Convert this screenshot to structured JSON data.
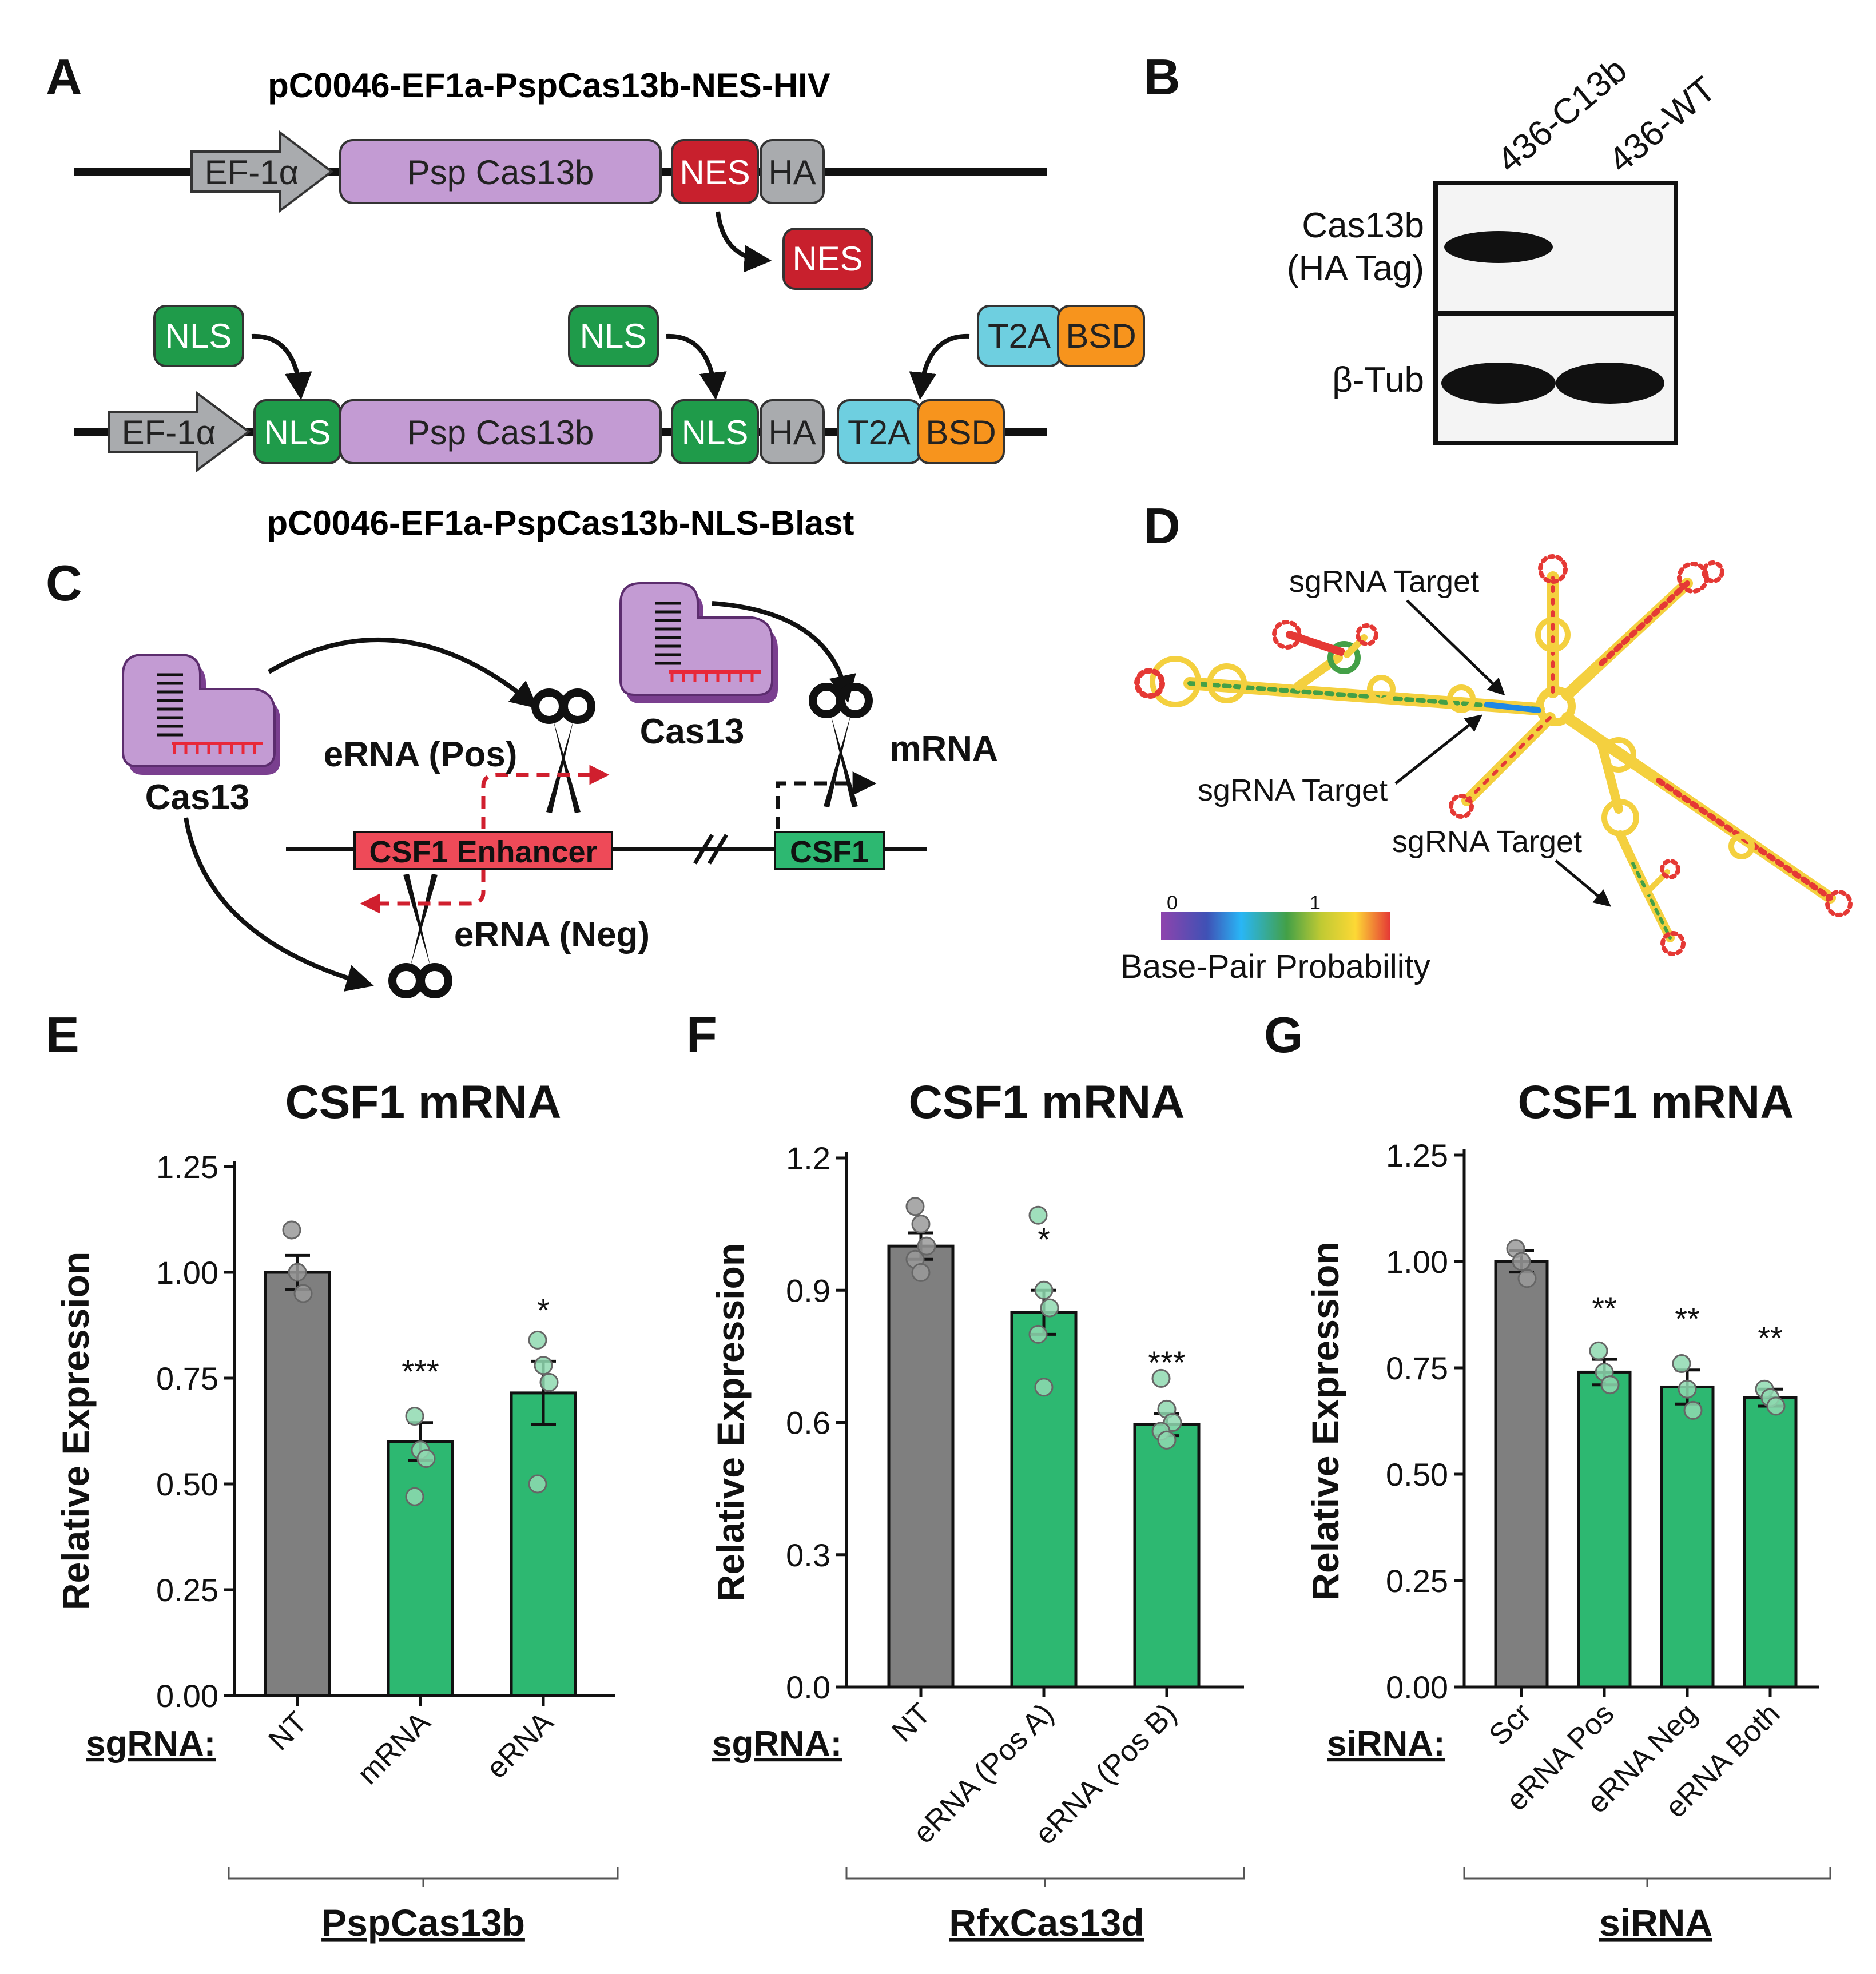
{
  "colors": {
    "green": "#2db871",
    "gray_bar": "#7f7f7f",
    "nes_red": "#c8202d",
    "nls_green": "#1f9b4a",
    "ha_gray": "#a9abae",
    "t2a_cyan": "#6ecfe0",
    "bsd_orange": "#f7941d",
    "cas_purple": "#c39bd3",
    "enhancer_red": "#ee4a58",
    "csf1_green": "#2db871"
  },
  "panel_labels": {
    "a": "A",
    "b": "B",
    "c": "C",
    "d": "D",
    "e": "E",
    "f": "F",
    "g": "G"
  },
  "panel_a": {
    "title_top": "pC0046-EF1a-PspCas13b-NES-HIV",
    "title_bottom": "pC0046-EF1a-PspCas13b-NLS-Blast",
    "promoter": "EF-1α",
    "cas": "Psp Cas13b",
    "nes": "NES",
    "ha": "HA",
    "nls": "NLS",
    "t2a": "T2A",
    "bsd": "BSD"
  },
  "panel_b": {
    "lane1": "436-C13b",
    "lane2": "436-WT",
    "row1_line1": "Cas13b",
    "row1_line2": "(HA Tag)",
    "row2": "β-Tub"
  },
  "panel_c": {
    "cas_label": "Cas13",
    "erna_pos": "eRNA (Pos)",
    "erna_neg": "eRNA (Neg)",
    "mrna": "mRNA",
    "enhancer": "CSF1 Enhancer",
    "gene": "CSF1"
  },
  "panel_d": {
    "target1": "sgRNA Target",
    "target2": "sgRNA Target",
    "target3": "sgRNA Target",
    "scale_min": "0",
    "scale_max": "1",
    "scale_label": "Base-Pair Probability"
  },
  "chart_data": [
    {
      "type": "bar",
      "title": "CSF1 mRNA",
      "ylabel": "Relative Expression",
      "ylim": [
        0,
        1.25
      ],
      "yticks": [
        "0.00",
        "0.25",
        "0.50",
        "0.75",
        "1.00",
        "1.25"
      ],
      "xlabel_prefix": "sgRNA:",
      "group_label": "PspCas13b",
      "categories": [
        "NT",
        "mRNA",
        "eRNA"
      ],
      "values": [
        1.0,
        0.6,
        0.715
      ],
      "errors": [
        0.04,
        0.045,
        0.075
      ],
      "significance": [
        "",
        "***",
        "*"
      ],
      "points": [
        [
          1.1,
          1.0,
          0.95
        ],
        [
          0.66,
          0.58,
          0.56,
          0.47
        ],
        [
          0.84,
          0.78,
          0.74,
          0.5
        ]
      ]
    },
    {
      "type": "bar",
      "title": "CSF1 mRNA",
      "ylabel": "Relative Expression",
      "ylim": [
        0,
        1.2
      ],
      "yticks": [
        "0.0",
        "0.3",
        "0.6",
        "0.9",
        "1.2"
      ],
      "xlabel_prefix": "sgRNA:",
      "group_label": "RfxCas13d",
      "categories": [
        "NT",
        "eRNA (Pos A)",
        "eRNA (Pos B)"
      ],
      "values": [
        1.0,
        0.85,
        0.595
      ],
      "errors": [
        0.03,
        0.05,
        0.025
      ],
      "significance": [
        "",
        "*",
        "***"
      ],
      "points": [
        [
          1.09,
          1.05,
          1.0,
          0.97,
          0.94
        ],
        [
          1.07,
          0.9,
          0.86,
          0.8,
          0.68
        ],
        [
          0.7,
          0.63,
          0.6,
          0.58,
          0.56
        ]
      ]
    },
    {
      "type": "bar",
      "title": "CSF1 mRNA",
      "ylabel": "Relative Expression",
      "ylim": [
        0,
        1.25
      ],
      "yticks": [
        "0.00",
        "0.25",
        "0.50",
        "0.75",
        "1.00",
        "1.25"
      ],
      "xlabel_prefix": "siRNA:",
      "group_label": "siRNA",
      "categories": [
        "Scr",
        "eRNA Pos",
        "eRNA Neg",
        "eRNA Both"
      ],
      "values": [
        1.0,
        0.74,
        0.705,
        0.68
      ],
      "errors": [
        0.025,
        0.03,
        0.04,
        0.02
      ],
      "significance": [
        "",
        "**",
        "**",
        "**"
      ],
      "points": [
        [
          1.03,
          1.0,
          0.96
        ],
        [
          0.79,
          0.74,
          0.71
        ],
        [
          0.76,
          0.7,
          0.65
        ],
        [
          0.7,
          0.68,
          0.66
        ]
      ]
    }
  ]
}
